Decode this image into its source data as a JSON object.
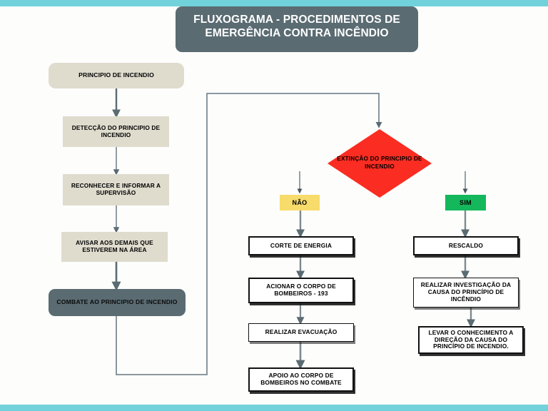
{
  "page": {
    "background": "#fdfdfc",
    "edge_bar_color": "#72D2DB"
  },
  "title": {
    "line1": "FLUXOGRAMA -  PROCEDIMENTOS DE",
    "line2": "EMERGÊNCIA CONTRA INCÊNDIO",
    "background": "#5A6B72",
    "text_color": "#FFFFFF"
  },
  "colors": {
    "beige_box": "#DFDCCE",
    "slate_box": "#5A6B72",
    "diamond_red": "#FB2C21",
    "badge_no_yellow": "#F7DB6B",
    "badge_yes_green": "#14B75B",
    "connector": "#5A6B72",
    "outline_black": "#111111"
  },
  "left_column": [
    {
      "id": "start",
      "label": "PRINCIPIO DE INCENDIO"
    },
    {
      "id": "detect",
      "label": "DETECÇÃO DO PRINCIPIO DE INCENDIO"
    },
    {
      "id": "inform",
      "label": "RECONHECER E INFORMAR A SUPERVISÃO"
    },
    {
      "id": "warn",
      "label": "AVISAR AOS DEMAIS QUE ESTIVEREM NA ÁREA"
    },
    {
      "id": "combat",
      "label": "COMBATE AO PRINCIPIO DE INCENDIO"
    }
  ],
  "decision": {
    "label": "EXTINÇÃO DO PRINCIPIO DE INCENDIO",
    "branch_no": "NÃO",
    "branch_yes": "SIM"
  },
  "no_branch": [
    {
      "id": "cut-power",
      "label": "CORTE DE ENERGIA"
    },
    {
      "id": "call-fire",
      "label": "ACIONAR O CORPO DE BOMBEIROS - 193"
    },
    {
      "id": "evacuate",
      "label": "REALIZAR EVACUAÇÃO"
    },
    {
      "id": "support",
      "label": "APOIO AO CORPO DE BOMBEIROS NO COMBATE"
    }
  ],
  "yes_branch": [
    {
      "id": "mop-up",
      "label": "RESCALDO"
    },
    {
      "id": "investigate",
      "label": "REALIZAR INVESTIGAÇÃO DA CAUSA DO PRINCÍPIO DE INCÊNDIO"
    },
    {
      "id": "report",
      "label": "LEVAR O CONHECIMENTO A DIREÇÃO DA CAUSA DO PRINCÍPIO DE INCENDIO."
    }
  ]
}
